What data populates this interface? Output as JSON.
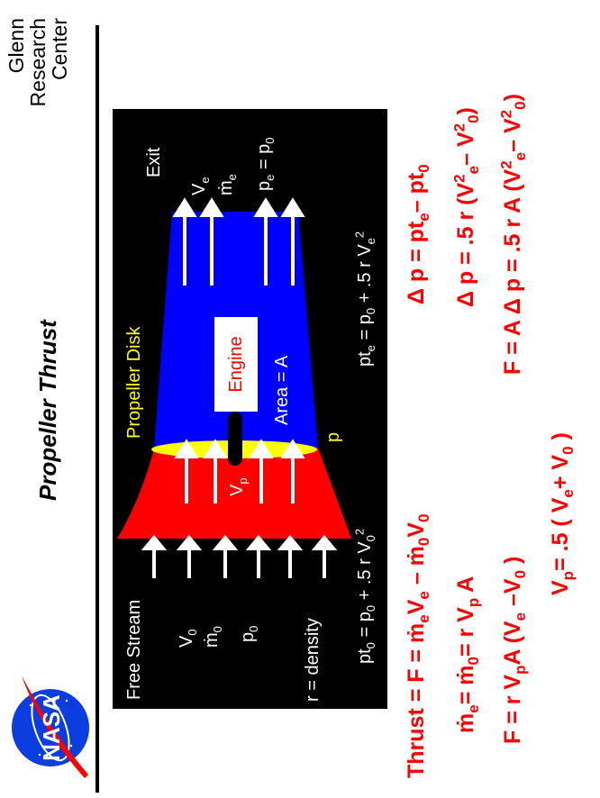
{
  "header": {
    "organization": [
      "Glenn",
      "Research",
      "Center"
    ],
    "title": "Propeller Thrust",
    "logo": "nasa-meatball-logo"
  },
  "diagram": {
    "colors": {
      "background": "#000000",
      "upstream_tube": "#ff0000",
      "downstream_tube": "#0000ff",
      "disk": "#ffff00",
      "arrows": "#ffffff",
      "labels": "#ffffff",
      "disk_label": "#ffff00",
      "equations": "#ff0000"
    },
    "free_stream": {
      "label": "Free Stream",
      "V": "V",
      "V_sub": "0",
      "mdot": "m",
      "mdot_sub": "0",
      "p": "p",
      "p_sub": "0",
      "density": "r = density",
      "pt_eq": {
        "lhs": "pt",
        "lhs_sub": "0",
        "rhs": "= p",
        "rhs_sub": "0",
        "tail": "+ .5 r V",
        "tail_sub": "0",
        "tail_sup": "2"
      }
    },
    "propeller_disk": {
      "label": "Propeller Disk",
      "Vp": "V",
      "Vp_sub": "p",
      "p_label": "p",
      "area": "Area = A",
      "engine": "Engine"
    },
    "exit": {
      "label": "Exit",
      "V": "V",
      "V_sub": "e",
      "mdot": "m",
      "mdot_sub": "e",
      "p_eq": "p",
      "p_eq_sub": "e",
      "p_eq_rhs": "= p",
      "p_eq_rhs_sub": "0",
      "pt_eq": {
        "lhs": "pt",
        "lhs_sub": "e",
        "rhs": "= p",
        "rhs_sub": "0",
        "tail": "+ .5 r V",
        "tail_sub": "e",
        "tail_sup": "2"
      }
    }
  },
  "equations": {
    "thrust": "Thrust = F = ṁ",
    "mass_flow": "ṁ",
    "f_rVpA": "F = r V",
    "vp": "V",
    "dp1": "Δ p = pt",
    "dp2": "Δ p = .5 r (V",
    "f_AdP": "F =  A Δ p = .5 r A (V"
  }
}
